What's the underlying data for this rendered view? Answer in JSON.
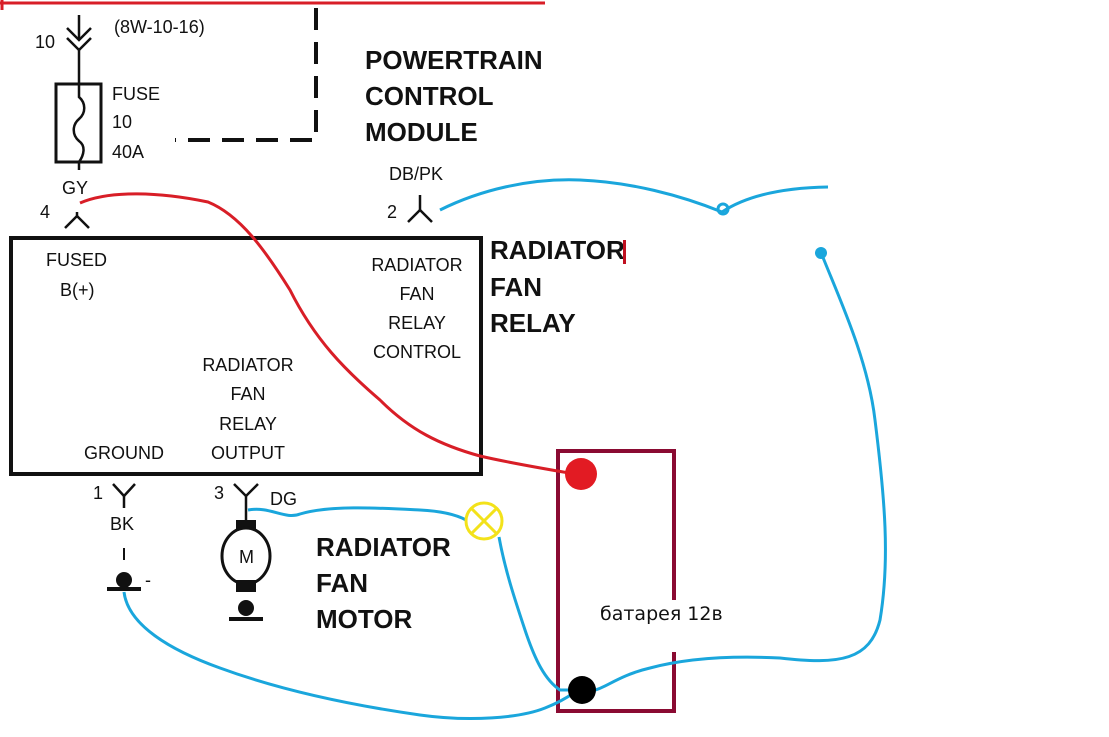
{
  "colors": {
    "schematic_ink": "#111111",
    "red_wire": "#d81e27",
    "blue_wire": "#1aa6dc",
    "battery_frame": "#8a0a32",
    "battery_positive": "#e21b23",
    "battery_negative": "#000000",
    "lamp": "#f3e21a"
  },
  "circuit_ref": "(8W-10-16)",
  "fuse": {
    "cavity_number": "10",
    "label_line1": "FUSE",
    "label_line2": "10",
    "label_line3": "40A",
    "wire_color": "GY",
    "pin_number": "4"
  },
  "pcm": {
    "line1": "POWERTRAIN",
    "line2": "CONTROL",
    "line3": "MODULE",
    "wire_color": "DB/PK",
    "pin_number": "2"
  },
  "relay": {
    "title_line1": "RADIATOR",
    "title_line2": "FAN",
    "title_line3": "RELAY",
    "fused_b_line1": "FUSED",
    "fused_b_line2": "B(+)",
    "control_line1": "RADIATOR",
    "control_line2": "FAN",
    "control_line3": "RELAY",
    "control_line4": "CONTROL",
    "output_line1": "RADIATOR",
    "output_line2": "FAN",
    "output_line3": "RELAY",
    "output_line4": "OUTPUT",
    "ground_label": "GROUND"
  },
  "ground_pin": {
    "pin_number": "1",
    "wire_color": "BK",
    "minus_sign": "-"
  },
  "output_pin": {
    "pin_number": "3",
    "wire_color": "DG"
  },
  "motor": {
    "symbol": "M",
    "title_line1": "RADIATOR",
    "title_line2": "FAN",
    "title_line3": "MOTOR"
  },
  "battery": {
    "label": "батарея 12в"
  }
}
